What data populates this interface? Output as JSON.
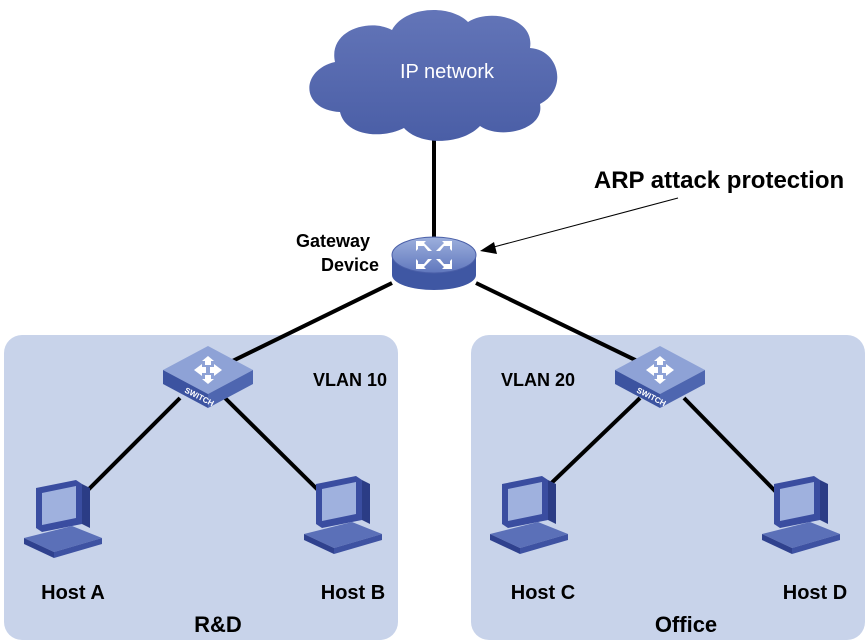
{
  "colors": {
    "area_fill": "#c8d3ea",
    "cloud_fill": "#5568ad",
    "device_blue": "#4b62ab",
    "device_light": "#8da1d3",
    "host_dark": "#3a4da0",
    "host_screen": "#9fb1de"
  },
  "cloud": {
    "label": "IP network",
    "icon": "cloud-icon"
  },
  "annotation": {
    "label": "ARP attack protection"
  },
  "gateway": {
    "label_line1": "Gateway",
    "label_line2": "Device",
    "icon": "router-icon"
  },
  "areas": {
    "rd": {
      "name": "R&D",
      "vlan": "VLAN 10",
      "switch": {
        "icon": "switch-icon",
        "text": "SWITCH"
      },
      "hosts": [
        {
          "label": "Host A",
          "icon": "computer-icon"
        },
        {
          "label": "Host B",
          "icon": "computer-icon"
        }
      ]
    },
    "office": {
      "name": "Office",
      "vlan": "VLAN 20",
      "switch": {
        "icon": "switch-icon",
        "text": "SWITCH"
      },
      "hosts": [
        {
          "label": "Host C",
          "icon": "computer-icon"
        },
        {
          "label": "Host D",
          "icon": "computer-icon"
        }
      ]
    }
  }
}
